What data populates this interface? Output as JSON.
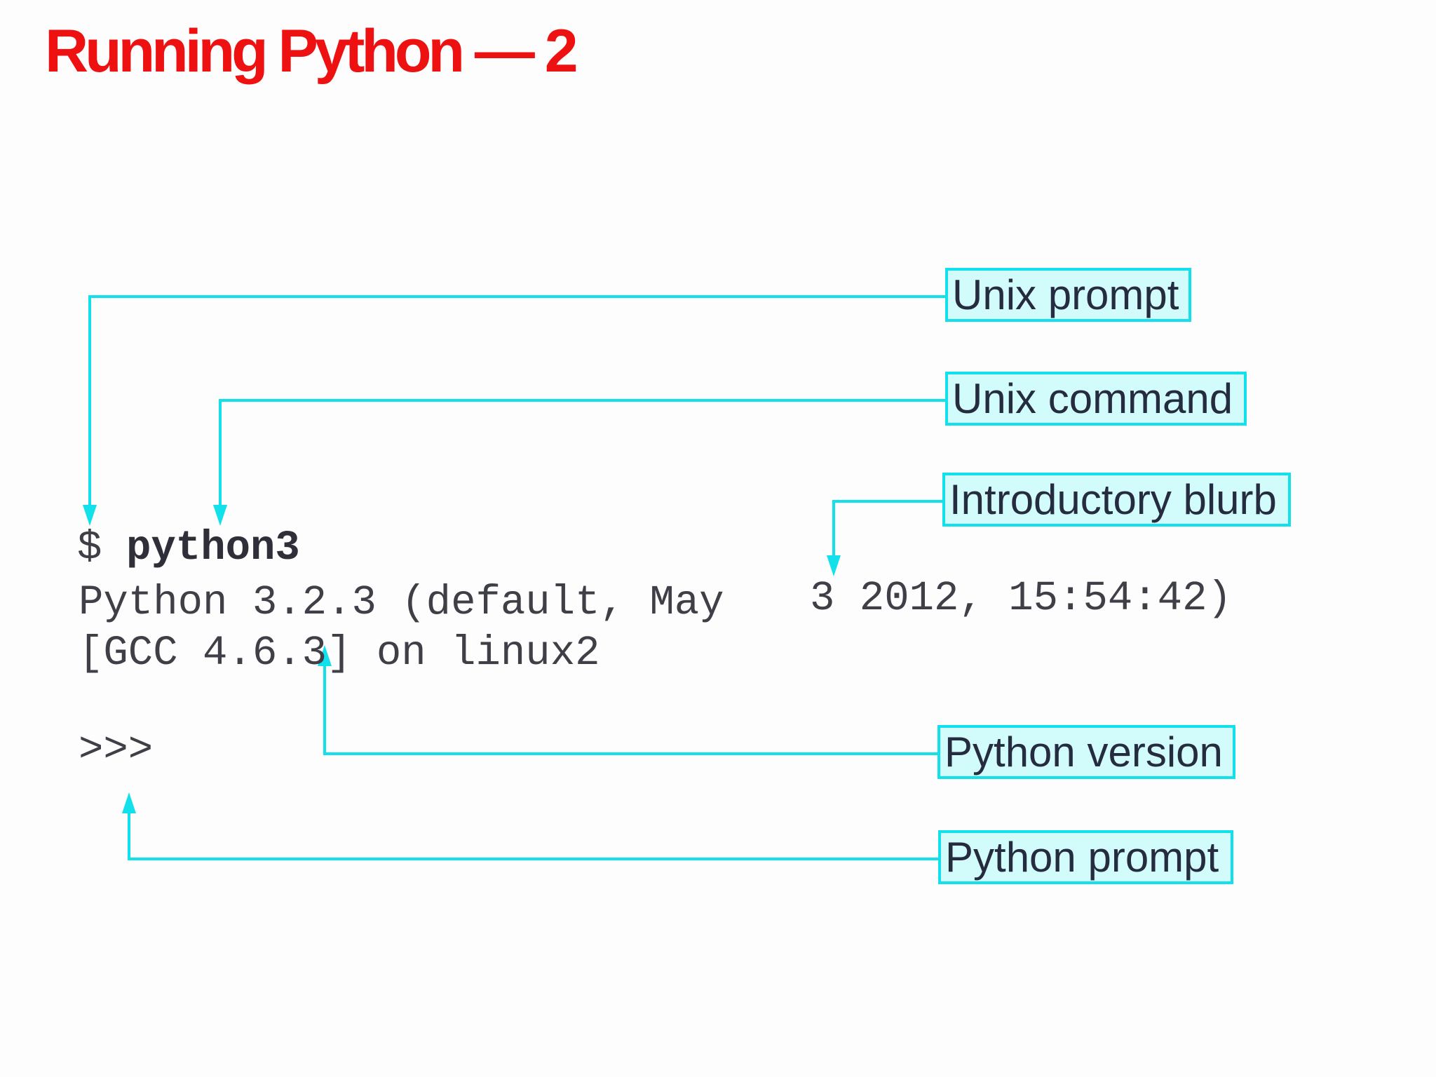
{
  "slide": {
    "title": "Running Python — 2"
  },
  "terminal": {
    "unix_prompt": "$",
    "unix_command": "python3",
    "blurb_line1_left": "Python 3.2.3 (default, May",
    "blurb_line1_right": "3 2012, 15:54:42)",
    "blurb_line2": "[GCC 4.6.3] on linux2",
    "python_prompt": ">>>"
  },
  "callouts": {
    "unix_prompt": "Unix prompt",
    "unix_command": "Unix command",
    "introductory_blurb": "Introductory blurb",
    "python_version": "Python version",
    "python_prompt": "Python prompt"
  },
  "colors": {
    "title": "#ee1111",
    "callout_border": "#12e1ec",
    "callout_fill": "#d2fbfb",
    "arrow": "#12e1ec"
  }
}
